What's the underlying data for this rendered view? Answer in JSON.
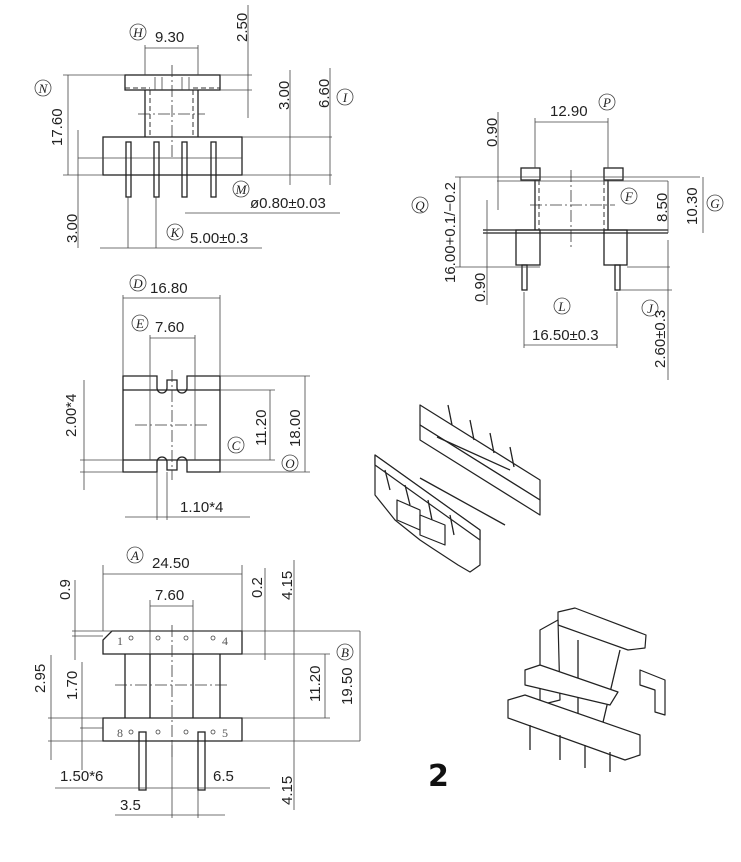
{
  "figure_number": "2",
  "side_view": {
    "H": "H",
    "dim_H": "9.30",
    "dim_top": "2.50",
    "N": "N",
    "dim_N": "17.60",
    "dim_300a": "3.00",
    "dim_I": "6.60",
    "I": "I",
    "M": "M",
    "dim_M": "ø0.80±0.03",
    "dim_300b": "3.00",
    "K": "K",
    "dim_K": "5.00±0.3"
  },
  "front_view": {
    "P": "P",
    "dim_P": "12.90",
    "dim_090a": "0.90",
    "Q": "Q",
    "dim_Q": "16.00+0.1/−0.2",
    "F": "F",
    "dim_F": "8.50",
    "dim_G": "10.30",
    "G": "G",
    "dim_090b": "0.90",
    "L": "L",
    "dim_L": "16.50±0.3",
    "J": "J",
    "dim_J": "2.60±0.3"
  },
  "top_view": {
    "D": "D",
    "dim_D": "16.80",
    "E": "E",
    "dim_E": "7.60",
    "dim_slot": "2.00*4",
    "C": "C",
    "dim_C": "11.20",
    "O": "O",
    "dim_O": "18.00",
    "dim_width": "1.10*4"
  },
  "bottom_view": {
    "A": "A",
    "dim_A": "24.50",
    "dim_760": "7.60",
    "dim_09": "0.9",
    "dim_02": "0.2",
    "dim_415a": "4.15",
    "B": "B",
    "dim_B": "19.50",
    "dim_1120": "11.20",
    "dim_295": "2.95",
    "dim_170": "1.70",
    "dim_150": "1.50*6",
    "dim_65": "6.5",
    "dim_35": "3.5",
    "dim_415b": "4.15",
    "pins": [
      "1",
      "4",
      "8",
      "5"
    ]
  }
}
